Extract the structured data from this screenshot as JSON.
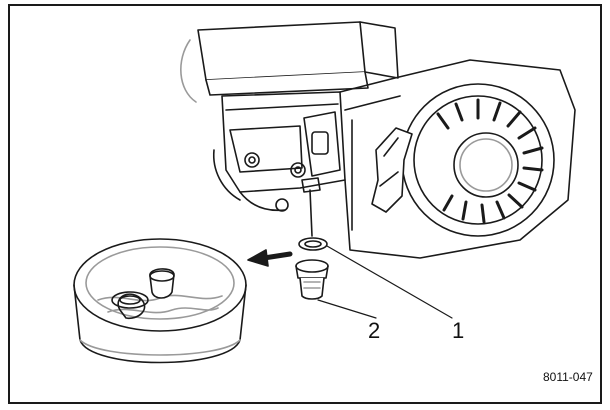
{
  "figure": {
    "callouts": {
      "washer": "1",
      "drain_plug": "2"
    },
    "figure_code": "8011-047"
  },
  "colors": {
    "line": "#1a1a1a",
    "shade": "#9a9a9a",
    "fill": "#ffffff"
  },
  "icons": [
    "engine-illustration",
    "recoil-starter-icon",
    "drain-pan-icon",
    "arrow-left-icon",
    "washer-icon",
    "drain-plug-icon"
  ]
}
